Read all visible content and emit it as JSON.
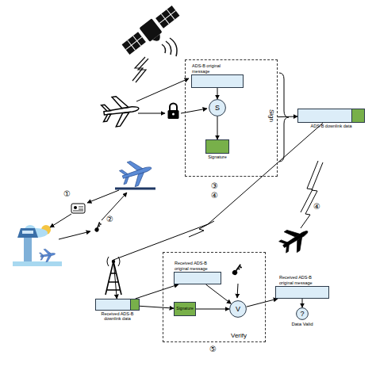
{
  "diagram": {
    "nodes": [
      {
        "text": [
          "Sign"
        ]
      },
      {
        "text": [
          "ADS-B original message"
        ],
        "in": 0
      },
      {
        "text": [
          "S"
        ],
        "in": 0
      },
      {
        "text": [
          "Signature"
        ],
        "in": 0
      },
      {
        "text": [
          "ADS-B downlink data"
        ]
      },
      {
        "text": [
          "Received ADS-B downlink data"
        ]
      },
      {
        "text": [
          "Verify"
        ]
      },
      {
        "text": [
          "Received ADS-B original message"
        ],
        "in": 6
      },
      {
        "text": [
          "Signature"
        ],
        "in": 6
      },
      {
        "text": [
          "V"
        ],
        "in": 6
      },
      {
        "text": [
          "Received ADS-B original message"
        ]
      },
      {
        "text": [
          "?",
          "Data Valid"
        ]
      }
    ],
    "edges": [
      {
        "from": 1,
        "to": 2,
        "arrow": "to"
      },
      {
        "from": 2,
        "to": 3,
        "arrow": "to"
      },
      {
        "from": 0,
        "to": 4,
        "arrow": "to"
      },
      {
        "from": 4,
        "to": 5,
        "label": "④",
        "arrow": "to"
      },
      {
        "from": 5,
        "to": 7,
        "arrow": "to"
      },
      {
        "from": 5,
        "to": 8,
        "arrow": "to"
      },
      {
        "from": 7,
        "to": 9,
        "arrow": "to"
      },
      {
        "from": 8,
        "to": 9,
        "arrow": "to"
      },
      {
        "from": 9,
        "to": 10,
        "arrow": "to"
      },
      {
        "from": 10,
        "to": 11,
        "arrow": "to"
      }
    ],
    "labels": [
      "③",
      "①",
      "②",
      "④",
      "⑤"
    ]
  }
}
